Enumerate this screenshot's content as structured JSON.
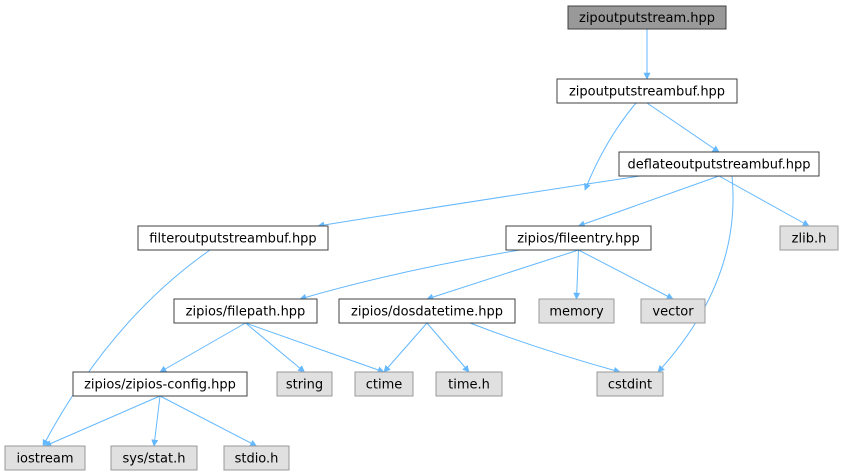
{
  "diagram": {
    "colors": {
      "edge": "#63b8ff",
      "root_fill": "#999999",
      "project_fill": "#ffffff",
      "external_fill": "#e0e0e0",
      "border": "#404040",
      "external_border": "#999999",
      "text": "#000000"
    },
    "nodes": [
      {
        "id": "zipoutputstream_hpp",
        "label": "zipoutputstream.hpp",
        "kind": "root"
      },
      {
        "id": "zipoutputstreambuf_hpp",
        "label": "zipoutputstreambuf.hpp",
        "kind": "project"
      },
      {
        "id": "deflateoutputstreambuf_hpp",
        "label": "deflateoutputstreambuf.hpp",
        "kind": "project"
      },
      {
        "id": "filteroutputstreambuf_hpp",
        "label": "filteroutputstreambuf.hpp",
        "kind": "project"
      },
      {
        "id": "fileentry_hpp",
        "label": "zipios/fileentry.hpp",
        "kind": "project"
      },
      {
        "id": "zlib_h",
        "label": "zlib.h",
        "kind": "external"
      },
      {
        "id": "filepath_hpp",
        "label": "zipios/filepath.hpp",
        "kind": "project"
      },
      {
        "id": "dosdatetime_hpp",
        "label": "zipios/dosdatetime.hpp",
        "kind": "project"
      },
      {
        "id": "memory",
        "label": "memory",
        "kind": "external"
      },
      {
        "id": "vector",
        "label": "vector",
        "kind": "external"
      },
      {
        "id": "zipios_config_hpp",
        "label": "zipios/zipios-config.hpp",
        "kind": "project"
      },
      {
        "id": "string",
        "label": "string",
        "kind": "external"
      },
      {
        "id": "ctime",
        "label": "ctime",
        "kind": "external"
      },
      {
        "id": "time_h",
        "label": "time.h",
        "kind": "external"
      },
      {
        "id": "cstdint",
        "label": "cstdint",
        "kind": "external"
      },
      {
        "id": "iostream",
        "label": "iostream",
        "kind": "external"
      },
      {
        "id": "sys_stat_h",
        "label": "sys/stat.h",
        "kind": "external"
      },
      {
        "id": "stdio_h",
        "label": "stdio.h",
        "kind": "external"
      }
    ],
    "edges": [
      {
        "from": "zipoutputstream_hpp",
        "to": "zipoutputstreambuf_hpp"
      },
      {
        "from": "zipoutputstreambuf_hpp",
        "to": "deflateoutputstreambuf_hpp"
      },
      {
        "from": "zipoutputstreambuf_hpp",
        "to": "fileentry_hpp"
      },
      {
        "from": "deflateoutputstreambuf_hpp",
        "to": "filteroutputstreambuf_hpp"
      },
      {
        "from": "deflateoutputstreambuf_hpp",
        "to": "fileentry_hpp"
      },
      {
        "from": "deflateoutputstreambuf_hpp",
        "to": "zlib_h"
      },
      {
        "from": "deflateoutputstreambuf_hpp",
        "to": "cstdint"
      },
      {
        "from": "filteroutputstreambuf_hpp",
        "to": "iostream"
      },
      {
        "from": "fileentry_hpp",
        "to": "filepath_hpp"
      },
      {
        "from": "fileentry_hpp",
        "to": "dosdatetime_hpp"
      },
      {
        "from": "fileentry_hpp",
        "to": "memory"
      },
      {
        "from": "fileentry_hpp",
        "to": "vector"
      },
      {
        "from": "filepath_hpp",
        "to": "zipios_config_hpp"
      },
      {
        "from": "filepath_hpp",
        "to": "string"
      },
      {
        "from": "filepath_hpp",
        "to": "ctime"
      },
      {
        "from": "dosdatetime_hpp",
        "to": "ctime"
      },
      {
        "from": "dosdatetime_hpp",
        "to": "time_h"
      },
      {
        "from": "dosdatetime_hpp",
        "to": "cstdint"
      },
      {
        "from": "zipios_config_hpp",
        "to": "iostream"
      },
      {
        "from": "zipios_config_hpp",
        "to": "sys_stat_h"
      },
      {
        "from": "zipios_config_hpp",
        "to": "stdio_h"
      }
    ]
  }
}
